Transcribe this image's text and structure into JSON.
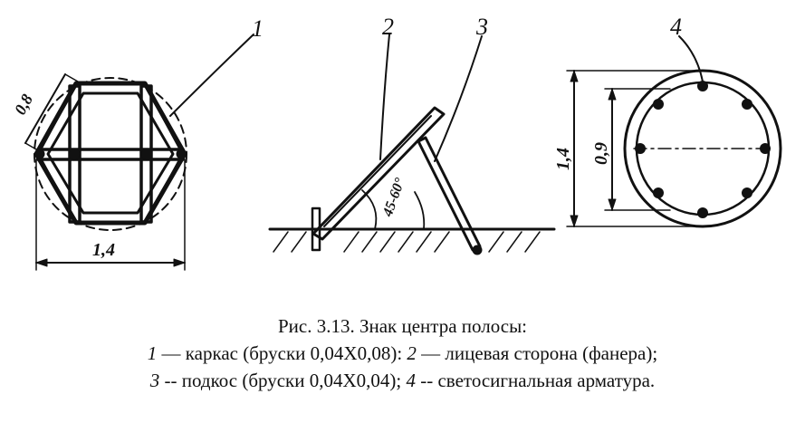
{
  "figure": {
    "part_labels": {
      "p1": "1",
      "p2": "2",
      "p3": "3",
      "p4": "4"
    },
    "dimensions": {
      "left_width": "1,4",
      "left_side": "0,8",
      "right_outer": "1,4",
      "right_inner": "0,9",
      "angle": "45-60°"
    }
  },
  "caption": {
    "title": "Рис. 3.13. Знак центра полосы:",
    "line1_num1": "1",
    "line1_text1": " — каркас (бруски 0,04X0,08): ",
    "line1_num2": "2",
    "line1_text2": " — лицевая сторона (фанера);",
    "line2_num1": "3",
    "line2_text1": " -- подкос (бруски 0,04X0,04); ",
    "line2_num2": "4",
    "line2_text2": " -- светосигнальная арматура."
  }
}
